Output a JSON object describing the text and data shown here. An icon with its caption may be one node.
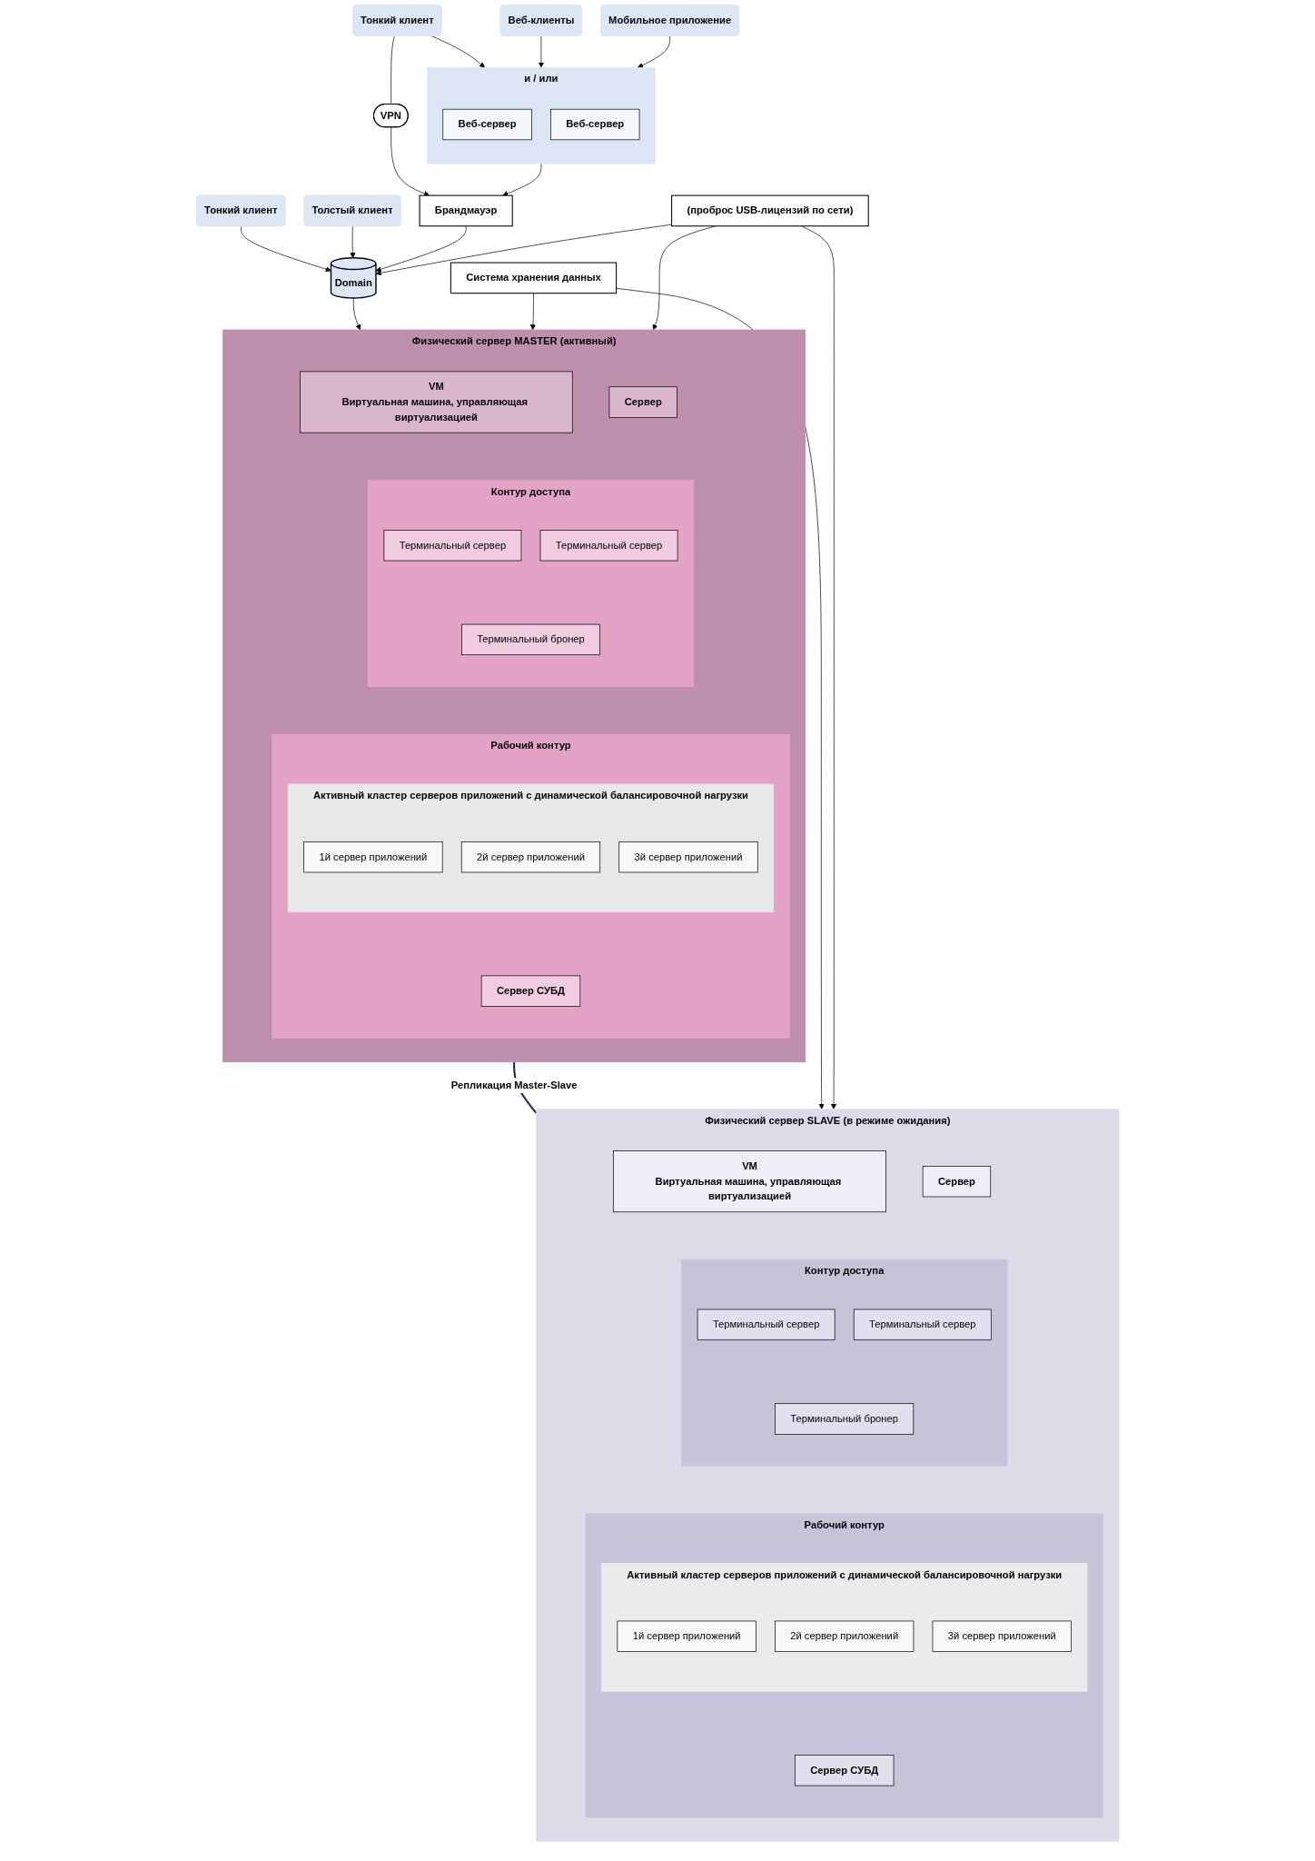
{
  "diagram": {
    "nodes": [
      {
        "text": [
          "Тонкий клиент"
        ]
      },
      {
        "text": [
          "Толстый клиент"
        ]
      },
      {
        "text": [
          "Тонкий клиент"
        ]
      },
      {
        "text": [
          "Веб-клиенты"
        ]
      },
      {
        "text": [
          "VPN"
        ]
      },
      {
        "text": [
          "Domain"
        ]
      },
      {
        "text": [
          "Брандмауэр"
        ]
      },
      {
        "text": [
          "и / или"
        ]
      },
      {
        "text": [
          "Веб-сервер"
        ],
        "in": 7
      },
      {
        "text": [
          "Веб-сервер"
        ],
        "in": 7
      },
      {
        "text": [
          "Мобильное приложение"
        ]
      },
      {
        "text": [
          "Физический сервер MASTER (активный)"
        ]
      },
      {
        "text": [
          "VM",
          "Виртуальная машина, управляющая виртуализацией"
        ],
        "in": 11
      },
      {
        "text": [
          "Сервер"
        ],
        "in": 11
      },
      {
        "text": [
          "Контур доступа"
        ],
        "in": 11
      },
      {
        "text": [
          "Терминальный сервер"
        ],
        "in": 14
      },
      {
        "text": [
          "Терминальный сервер"
        ],
        "in": 14
      },
      {
        "text": [
          "Терминальный бронер"
        ],
        "in": 14
      },
      {
        "text": [
          "Рабочий контур"
        ],
        "in": 11
      },
      {
        "text": [
          "Активный кластер серверов приложений с динамической балансировочной нагрузки"
        ],
        "in": 18
      },
      {
        "text": [
          "1й сервер приложений"
        ],
        "in": 19
      },
      {
        "text": [
          "2й сервер приложений"
        ],
        "in": 19
      },
      {
        "text": [
          "3й сервер приложений"
        ],
        "in": 19
      },
      {
        "text": [
          "Сервер СУБД"
        ],
        "in": 18
      },
      {
        "text": [
          "Физический сервер SLAVE (в режиме ожидания)"
        ]
      },
      {
        "text": [
          "VM",
          "Виртуальная машина, управляющая виртуализацией"
        ],
        "in": 24
      },
      {
        "text": [
          "Сервер"
        ],
        "in": 24
      },
      {
        "text": [
          "Контур доступа"
        ],
        "in": 24
      },
      {
        "text": [
          "Терминальный сервер"
        ],
        "in": 27
      },
      {
        "text": [
          "Терминальный сервер"
        ],
        "in": 27
      },
      {
        "text": [
          "Терминальный бронер"
        ],
        "in": 27
      },
      {
        "text": [
          "Рабочий контур"
        ],
        "in": 24
      },
      {
        "text": [
          "Активный кластер серверов приложений с динамической балансировочной нагрузки"
        ],
        "in": 31
      },
      {
        "text": [
          "1й сервер приложений"
        ],
        "in": 32
      },
      {
        "text": [
          "2й сервер приложений"
        ],
        "in": 32
      },
      {
        "text": [
          "3й сервер приложений"
        ],
        "in": 32
      },
      {
        "text": [
          "Сервер СУБД"
        ],
        "in": 31
      },
      {
        "text": [
          "Система хранения данных"
        ]
      },
      {
        "text": [
          "(проброс USB-лицензий по сети)"
        ]
      }
    ],
    "edges": [
      {
        "from": 0,
        "to": 5,
        "arrow": "to"
      },
      {
        "from": 1,
        "to": 5,
        "arrow": "to"
      },
      {
        "from": 2,
        "to": 4,
        "arrow": "none"
      },
      {
        "from": 4,
        "to": 6,
        "arrow": "to"
      },
      {
        "from": 2,
        "to": 7,
        "arrow": "to"
      },
      {
        "from": 3,
        "to": 7,
        "arrow": "to"
      },
      {
        "from": 10,
        "to": 7,
        "arrow": "to"
      },
      {
        "from": 7,
        "to": 6,
        "arrow": "to"
      },
      {
        "from": 6,
        "to": 5,
        "arrow": "to"
      },
      {
        "from": 5,
        "to": 11,
        "arrow": "to"
      },
      {
        "from": 11,
        "to": 24,
        "arrow": "none",
        "label": "Репликация Master-Slave",
        "color": "#26235e"
      },
      {
        "from": 37,
        "to": 11,
        "arrow": "to"
      },
      {
        "from": 37,
        "to": 24,
        "arrow": "to"
      },
      {
        "from": 38,
        "to": 5,
        "arrow": "to"
      },
      {
        "from": 38,
        "to": 11,
        "arrow": "to"
      },
      {
        "from": 38,
        "to": 24,
        "arrow": "to"
      }
    ]
  }
}
